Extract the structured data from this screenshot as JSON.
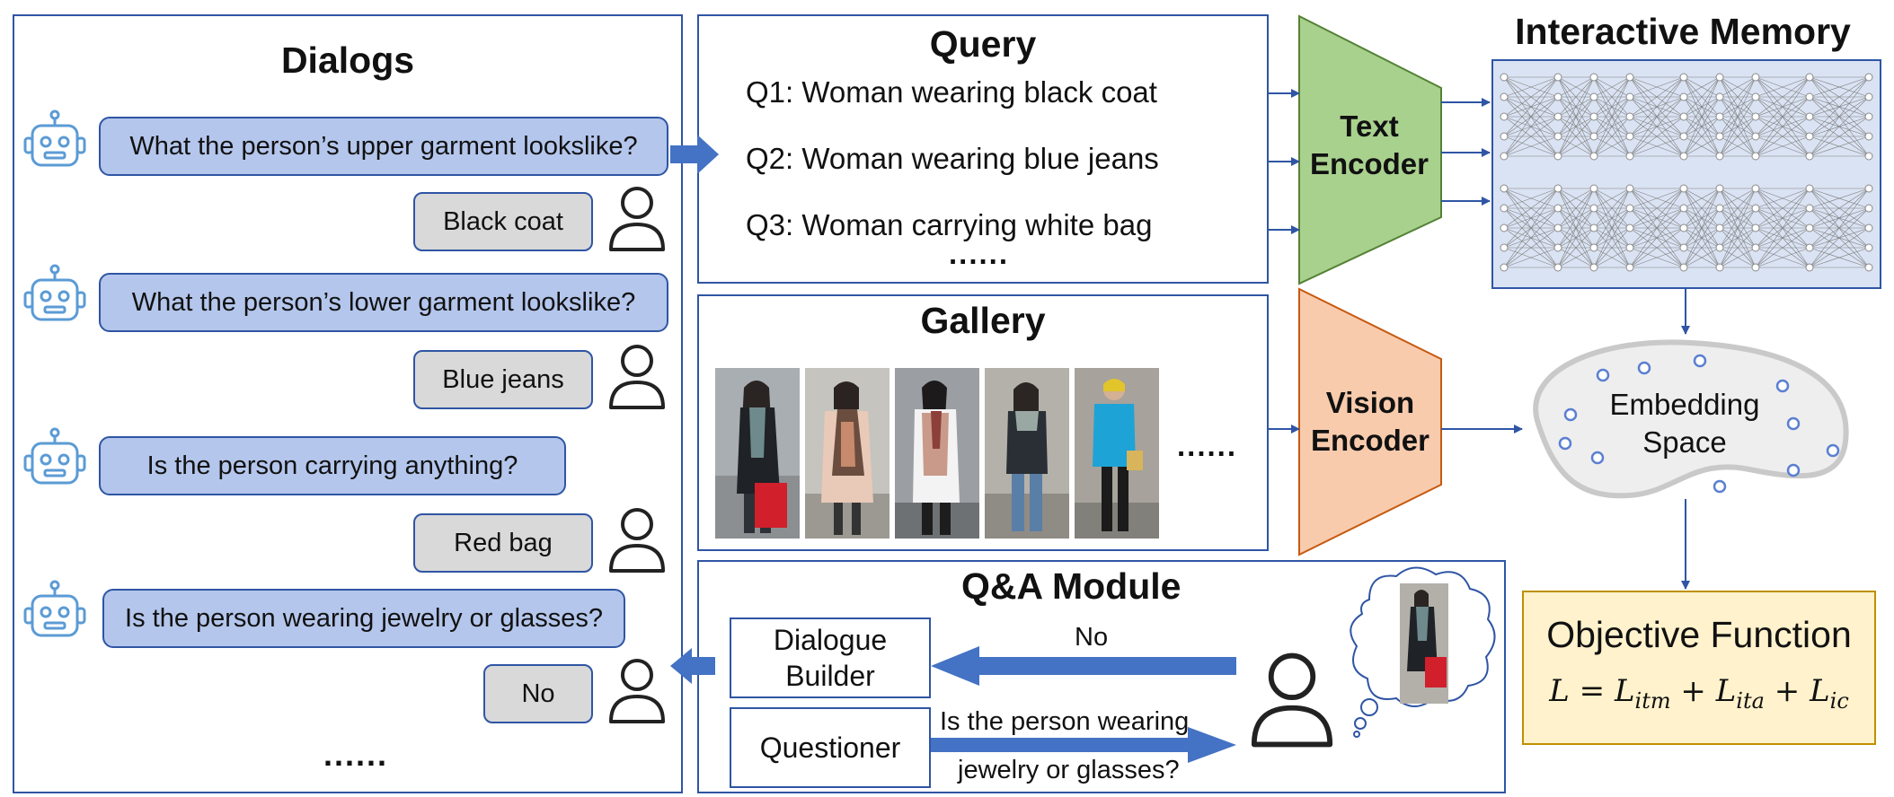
{
  "dialogs": {
    "title": "Dialogs",
    "turns": [
      {
        "question": "What the person’s upper garment lookslike?",
        "answer": "Black coat"
      },
      {
        "question": "What the person’s lower garment lookslike?",
        "answer": "Blue jeans"
      },
      {
        "question": "Is the person carrying anything?",
        "answer": "Red bag"
      },
      {
        "question": "Is the person wearing jewelry or glasses?",
        "answer": "No"
      }
    ],
    "ellipsis": "......"
  },
  "query": {
    "title": "Query",
    "items": [
      "Q1: Woman wearing black coat",
      "Q2: Woman wearing blue jeans",
      "Q3: Woman carrying white bag"
    ],
    "ellipsis": "......"
  },
  "gallery": {
    "title": "Gallery",
    "ellipsis": "......"
  },
  "text_encoder": {
    "line1": "Text",
    "line2": "Encoder"
  },
  "vision_encoder": {
    "line1": "Vision",
    "line2": "Encoder"
  },
  "memory": {
    "title": "Interactive Memory"
  },
  "embedding": {
    "line1": "Embedding",
    "line2": "Space"
  },
  "objective": {
    "title": "Objective Function",
    "formula": {
      "lhs": "L",
      "eq": "=",
      "t1": "L",
      "s1": "itm",
      "plus1": "+",
      "t2": "L",
      "s2": "ita",
      "plus2": "+",
      "t3": "L",
      "s3": "ic"
    }
  },
  "qa": {
    "title": "Q&A Module",
    "dialogue_builder": "Dialogue Builder",
    "questioner": "Questioner",
    "answer_label": "No",
    "question_line1": "Is the person wearing",
    "question_line2": "jewelry or glasses?"
  },
  "colors": {
    "border": "#2f55a4",
    "bubble": "#b4c6ec",
    "answer_box": "#d9d9d9",
    "text_encoder": "#a9d18e",
    "vision_encoder": "#f8cbad",
    "memory_bg": "#dae3f3",
    "objective_bg": "#fff2cc",
    "robot": "#5b9bd5"
  },
  "icons": [
    "robot-icon",
    "person-icon",
    "thought-bubble-icon"
  ]
}
